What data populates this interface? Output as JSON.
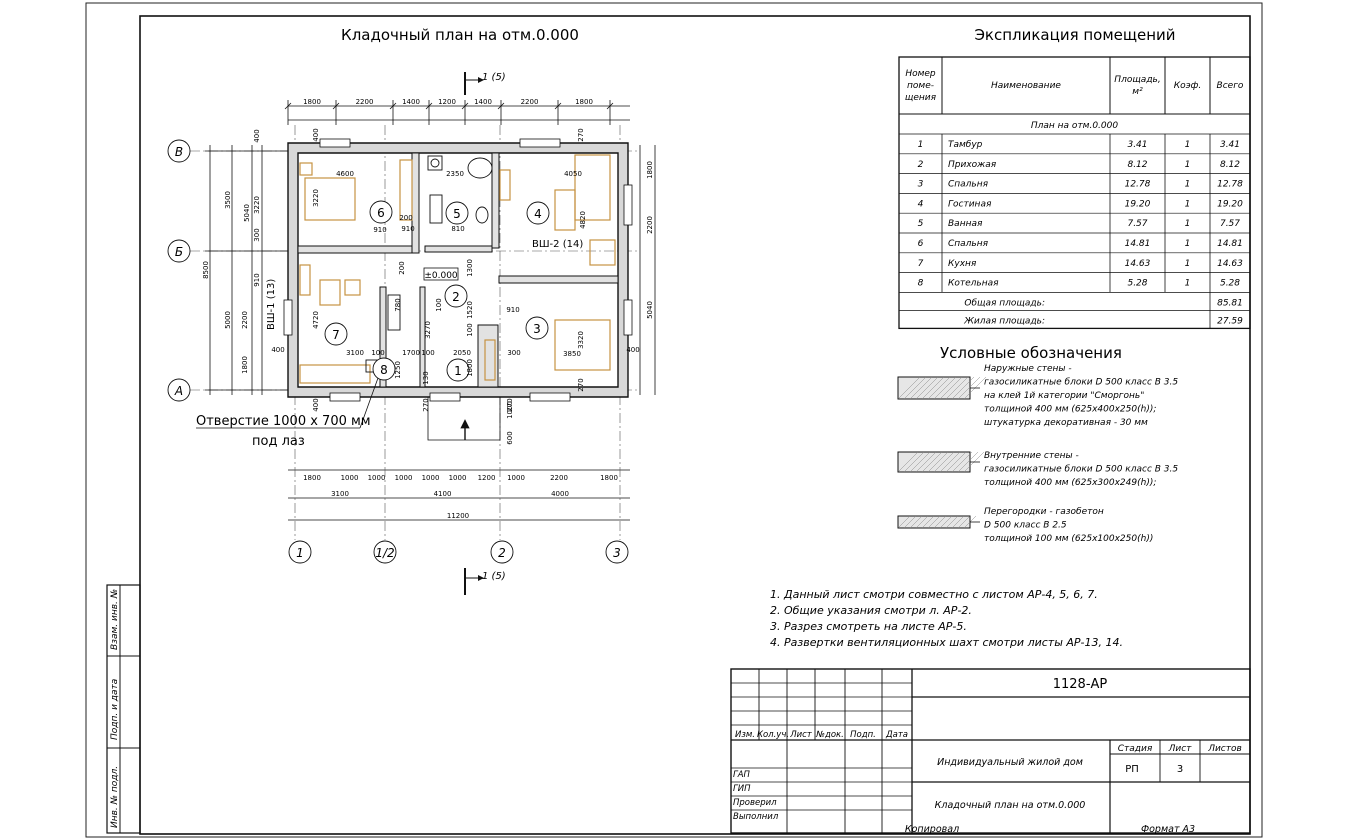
{
  "plan": {
    "title": "Кладочный план на отм.0.000",
    "section_mark": "1 (5)",
    "level_mark": "±0.000",
    "opening_note": "Отверстие 1000 х 700 мм",
    "opening_note2": "под лаз",
    "vent1": "ВШ-1 (13)",
    "vent2": "ВШ-2 (14)",
    "axes_v": [
      "1",
      "1/2",
      "2",
      "3"
    ],
    "axes_h": [
      "В",
      "Б",
      "А"
    ],
    "dims_top": [
      "1800",
      "2200",
      "1400",
      "1200",
      "1400",
      "2200",
      "1800"
    ],
    "dims_bottom1": [
      "1800",
      "1000",
      "1000",
      "1000",
      "1000",
      "1000",
      "1200",
      "1000",
      "2200",
      "1800"
    ],
    "dims_bottom2": [
      "3100",
      "4100",
      "4000"
    ],
    "dims_bottom3": "11200",
    "dims_left_outer": "8500",
    "dims_left_mid": [
      "3500",
      "5000"
    ],
    "dims_left_in": [
      "5040"
    ],
    "dims_left_small": [
      "400",
      "3220",
      "300",
      "910",
      "2200",
      "1800"
    ],
    "dims_right": [
      "1800",
      "2200",
      "5040"
    ],
    "room_numbers": [
      "1",
      "2",
      "3",
      "4",
      "5",
      "6",
      "7",
      "8"
    ],
    "inner_dims": [
      "4600",
      "2350",
      "4050",
      "3220",
      "4820",
      "200",
      "910",
      "810",
      "1300",
      "4720",
      "1520",
      "3850",
      "3320",
      "3100",
      "100",
      "1700",
      "100",
      "2050",
      "300",
      "780",
      "3270",
      "100",
      "1800",
      "1250",
      "130",
      "270",
      "270",
      "270",
      "270",
      "400",
      "400",
      "400",
      "400",
      "1000",
      "600",
      "910",
      "100",
      "910",
      "200"
    ]
  },
  "explication": {
    "title": "Экспликация помещений",
    "headers": [
      "Номер поме-щения",
      "Наименование",
      "Площадь, м²",
      "Коэф.",
      "Всего"
    ],
    "subheader": "План на отм.0.000",
    "rows": [
      [
        "1",
        "Тамбур",
        "3.41",
        "1",
        "3.41"
      ],
      [
        "2",
        "Прихожая",
        "8.12",
        "1",
        "8.12"
      ],
      [
        "3",
        "Спальня",
        "12.78",
        "1",
        "12.78"
      ],
      [
        "4",
        "Гостиная",
        "19.20",
        "1",
        "19.20"
      ],
      [
        "5",
        "Ванная",
        "7.57",
        "1",
        "7.57"
      ],
      [
        "6",
        "Спальня",
        "14.81",
        "1",
        "14.81"
      ],
      [
        "7",
        "Кухня",
        "14.63",
        "1",
        "14.63"
      ],
      [
        "8",
        "Котельная",
        "5.28",
        "1",
        "5.28"
      ]
    ],
    "total_label": "Общая площадь:",
    "total_value": "85.81",
    "living_label": "Жилая площадь:",
    "living_value": "27.59"
  },
  "legend": {
    "title": "Условные обозначения",
    "items": [
      [
        "Наружные стены -",
        "газосиликатные блоки D 500 класс В 3.5",
        "на клей 1й категории \"Сморгонь\"",
        "толщиной 400 мм (625х400х250(h));",
        "штукатурка декоративная - 30 мм"
      ],
      [
        "Внутренние стены -",
        "газосиликатные блоки D 500 класс В 3.5",
        "толщиной 400 мм (625х300х249(h));"
      ],
      [
        "Перегородки - газобетон",
        "D 500 класс В 2.5",
        "толщиной 100 мм (625х100х250(h))"
      ]
    ]
  },
  "notes": [
    "1. Данный лист смотри совместно с листом АР-4, 5, 6, 7.",
    "2. Общие указания смотри л. АР-2.",
    "3. Разрез смотреть на листе АР-5.",
    "4. Развертки вентиляционных шахт смотри листы АР-13, 14."
  ],
  "stamp": {
    "code": "1128-АР",
    "cols": [
      "Изм.",
      "Кол.уч.",
      "Лист",
      "№док.",
      "Подп.",
      "Дата"
    ],
    "roles": [
      "ГАП",
      "ГИП",
      "Проверил",
      "Выполнил"
    ],
    "object": "Индивидуальный жилой дом",
    "sheet_title": "Кладочный план на отм.0.000",
    "stage_label": "Стадия",
    "sheet_label": "Лист",
    "sheets_label": "Листов",
    "stage": "РП",
    "sheet_no": "3",
    "copied": "Копировал",
    "format": "Формат А3"
  },
  "side": [
    "Взам. инв. №",
    "Подп. и дата",
    "Инв. № подл."
  ]
}
